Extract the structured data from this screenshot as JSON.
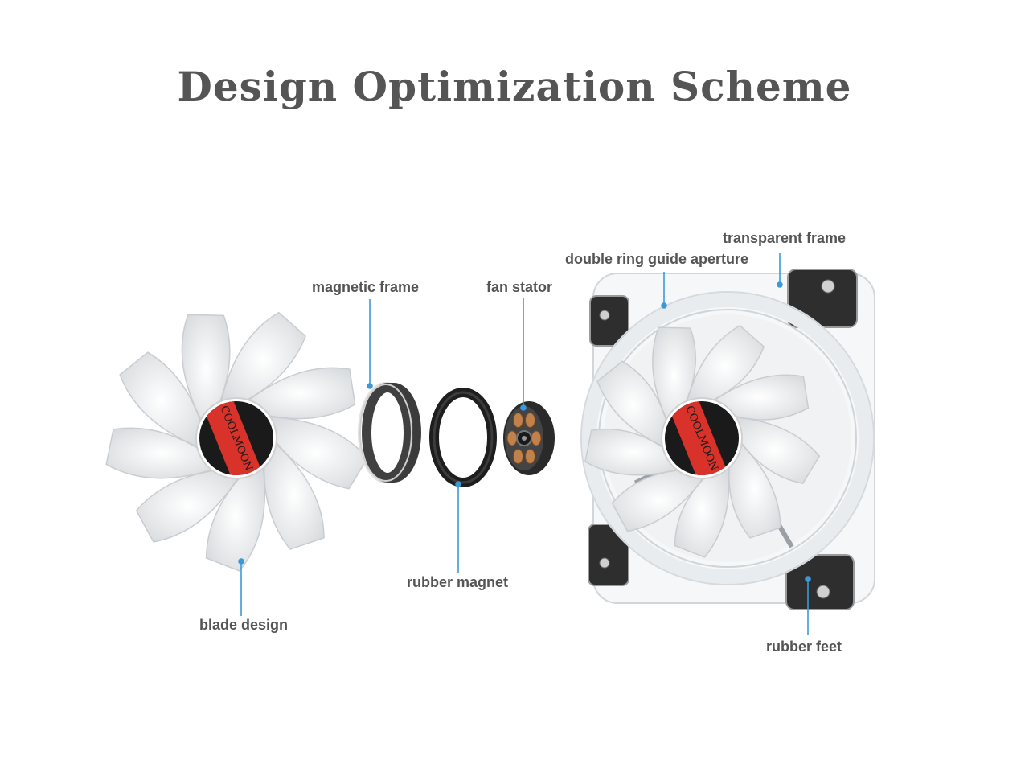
{
  "title": "Design Optimization Scheme",
  "brand": "COOLMOON",
  "labels": {
    "magnetic_frame": "magnetic frame",
    "fan_stator": "fan stator",
    "double_ring": "double ring guide aperture",
    "transparent_frame": "transparent frame",
    "rubber_magnet": "rubber magnet",
    "blade_design": "blade design",
    "rubber_feet": "rubber feet"
  },
  "colors": {
    "leader_line": "#3a9ad9",
    "label_text": "#555555",
    "hub_red": "#d8322a",
    "hub_dark": "#1a1a1a",
    "blade_white": "#f4f4f4"
  }
}
